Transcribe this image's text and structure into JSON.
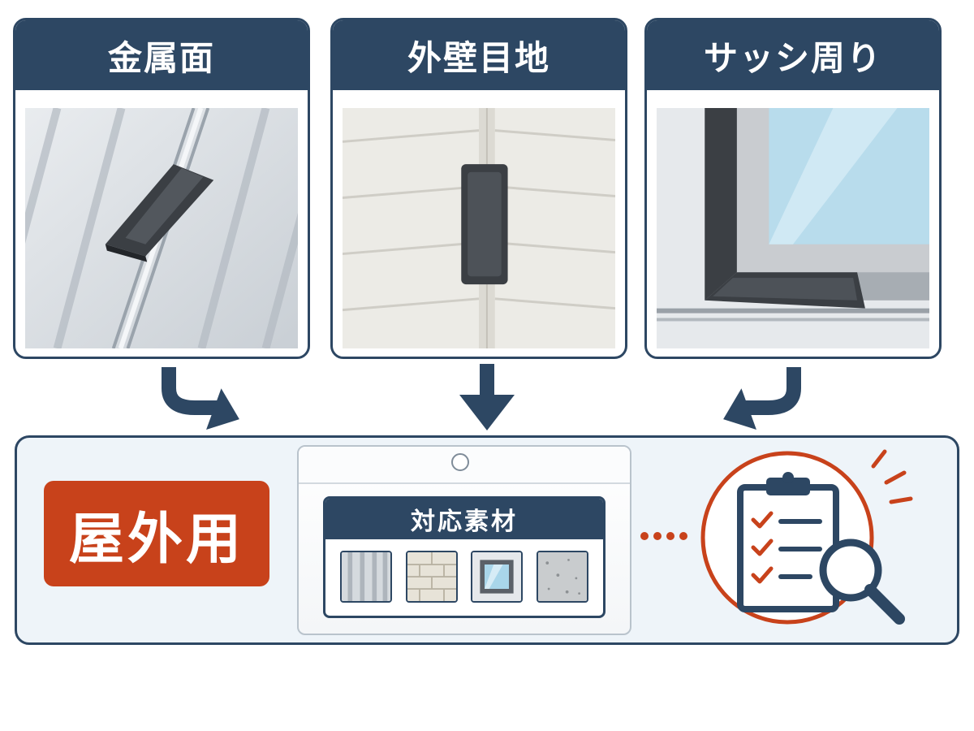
{
  "cards": [
    {
      "title": "金属面"
    },
    {
      "title": "外壁目地"
    },
    {
      "title": "サッシ周り"
    }
  ],
  "badge": {
    "label": "屋外用"
  },
  "package": {
    "label_title": "対応素材",
    "materials": [
      "metal-panel-icon",
      "tile-wall-icon",
      "window-sash-icon",
      "concrete-icon"
    ]
  },
  "colors": {
    "navy": "#2d4763",
    "accent": "#c8421b",
    "panel": "#eef4f9"
  }
}
